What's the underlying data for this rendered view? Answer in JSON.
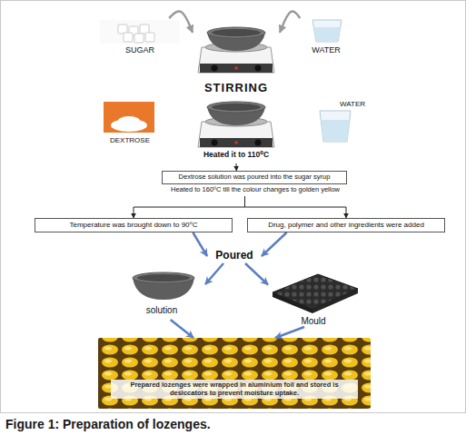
{
  "diagram": {
    "caption": "Figure 1: Preparation of lozenges.",
    "nodes": [
      {
        "text": [
          "SUGAR"
        ]
      },
      {
        "text": [
          "STIRRING"
        ]
      },
      {
        "text": [
          "WATER"
        ]
      },
      {
        "text": [
          "DEXTROSE"
        ]
      },
      {
        "text": [
          "Heated it to 110⁰C"
        ]
      },
      {
        "text": [
          "WATER"
        ]
      },
      {
        "text": [
          "Dextrose solution was poured into the sugar syrup",
          "Heated to 160⁰C till the colour changes to golden yellow"
        ]
      },
      {
        "text": [
          "Temperature was brought down to 90⁰C"
        ]
      },
      {
        "text": [
          "Drug, polymer and other ingredients were added"
        ]
      },
      {
        "text": [
          "Poured"
        ]
      },
      {
        "text": [
          "solution"
        ]
      },
      {
        "text": [
          "Mould"
        ]
      },
      {
        "text": [
          "Prepared lozenges were wrapped in aluminium foil and stored is desiccators to prevent moisture uptake."
        ]
      }
    ],
    "edges": [
      {
        "from": 0,
        "to": 1,
        "arrow": "to"
      },
      {
        "from": 2,
        "to": 1,
        "arrow": "to"
      },
      {
        "from": 4,
        "to": 6,
        "arrow": "to"
      },
      {
        "from": 6,
        "to": 7,
        "arrow": "to"
      },
      {
        "from": 6,
        "to": 8,
        "arrow": "to"
      },
      {
        "from": 7,
        "to": 9,
        "arrow": "to"
      },
      {
        "from": 8,
        "to": 9,
        "arrow": "to"
      },
      {
        "from": 9,
        "to": 10,
        "arrow": "to"
      },
      {
        "from": 9,
        "to": 11,
        "arrow": "to"
      },
      {
        "from": 10,
        "to": 12,
        "arrow": "to"
      },
      {
        "from": 11,
        "to": 12,
        "arrow": "to"
      }
    ]
  }
}
